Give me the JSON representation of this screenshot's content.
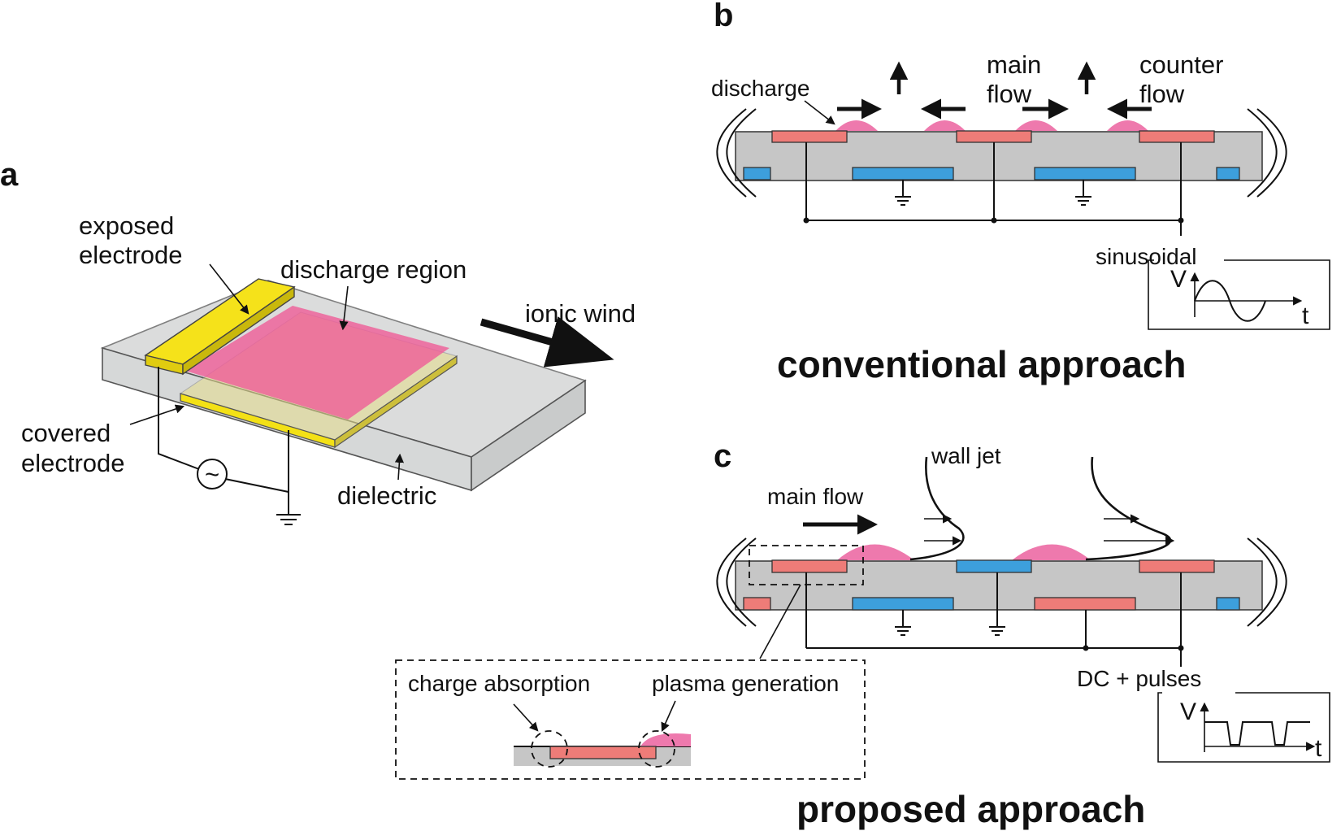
{
  "panels": {
    "a": {
      "label": "a",
      "exposed_electrode": [
        "exposed",
        "electrode"
      ],
      "discharge_region": "discharge region",
      "ionic_wind": "ionic wind",
      "covered_electrode": [
        "covered",
        "electrode"
      ],
      "dielectric": "dielectric",
      "ac_source_symbol": "~"
    },
    "b": {
      "label": "b",
      "discharge": "discharge",
      "main_flow": [
        "main",
        "flow"
      ],
      "counter_flow": [
        "counter",
        "flow"
      ],
      "waveform_label": "sinusoidal",
      "axis_v": "V",
      "axis_t": "t",
      "title": "conventional approach"
    },
    "c": {
      "label": "c",
      "wall_jet": "wall jet",
      "main_flow": "main flow",
      "charge_absorption": "charge absorption",
      "plasma_generation": "plasma generation",
      "waveform_label": "DC + pulses",
      "axis_v": "V",
      "axis_t": "t",
      "title": "proposed approach"
    }
  },
  "colors": {
    "dielectric": "#d0d2d2",
    "exposed_electrode": "#f3e116",
    "plasma": "#ec6a9c",
    "red_electrode": "#ee7c78",
    "blue_electrode": "#3d9fdc",
    "gray_plate": "#c6c6c6"
  }
}
